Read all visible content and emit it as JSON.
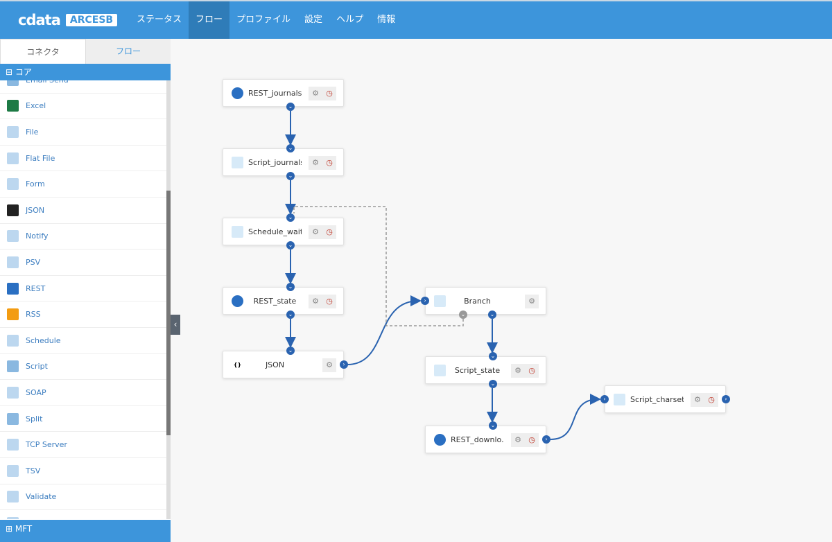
{
  "header": {
    "logo_text": "cdata",
    "logo_badge": "ARCESB",
    "nav": [
      "ステータス",
      "フロー",
      "プロファイル",
      "設定",
      "ヘルプ",
      "情報"
    ],
    "active_nav": "フロー"
  },
  "sidebar": {
    "tabs": [
      "コネクタ",
      "フロー"
    ],
    "section": "⊟ コア",
    "items": [
      {
        "label": "Email Send",
        "color": "#8ab8e0"
      },
      {
        "label": "Excel",
        "color": "#1d7a45"
      },
      {
        "label": "File",
        "color": "#bcd7ef"
      },
      {
        "label": "Flat File",
        "color": "#bcd7ef"
      },
      {
        "label": "Form",
        "color": "#bcd7ef"
      },
      {
        "label": "JSON",
        "color": "#222"
      },
      {
        "label": "Notify",
        "color": "#bcd7ef"
      },
      {
        "label": "PSV",
        "color": "#bcd7ef"
      },
      {
        "label": "REST",
        "color": "#2a6fc2"
      },
      {
        "label": "RSS",
        "color": "#f39c12"
      },
      {
        "label": "Schedule",
        "color": "#bcd7ef"
      },
      {
        "label": "Script",
        "color": "#8ab8e0"
      },
      {
        "label": "SOAP",
        "color": "#bcd7ef"
      },
      {
        "label": "Split",
        "color": "#8ab8e0"
      },
      {
        "label": "TCP Server",
        "color": "#bcd7ef"
      },
      {
        "label": "TSV",
        "color": "#bcd7ef"
      },
      {
        "label": "Validate",
        "color": "#bcd7ef"
      },
      {
        "label": "",
        "color": "#bcd7ef"
      }
    ],
    "footer": "⊞ MFT"
  },
  "flow": {
    "nodes": [
      {
        "label": "REST_journals",
        "icon": "rest"
      },
      {
        "label": "Script_journals",
        "icon": "script"
      },
      {
        "label": "Schedule_wait",
        "icon": "schedule"
      },
      {
        "label": "REST_state",
        "icon": "rest"
      },
      {
        "label": "JSON",
        "icon": "json"
      },
      {
        "label": "Branch",
        "icon": "branch"
      },
      {
        "label": "Script_state",
        "icon": "script"
      },
      {
        "label": "REST_downlo...",
        "icon": "rest"
      },
      {
        "label": "Script_charset",
        "icon": "script"
      }
    ],
    "json_icon_text": "{}"
  }
}
